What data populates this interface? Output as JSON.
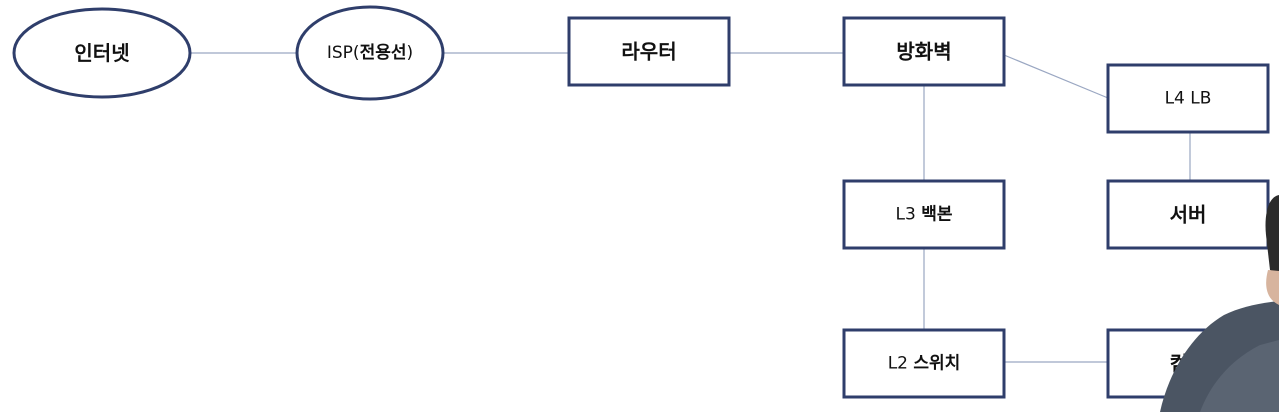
{
  "diagram": {
    "nodes": [
      {
        "id": "internet",
        "shape": "ellipse",
        "parts": [
          {
            "text": "인터넷",
            "bold": true
          }
        ]
      },
      {
        "id": "isp",
        "shape": "ellipse",
        "parts": [
          {
            "text": "ISP(",
            "bold": false
          },
          {
            "text": "전용선",
            "bold": true
          },
          {
            "text": ")",
            "bold": false
          }
        ]
      },
      {
        "id": "router",
        "shape": "rect",
        "parts": [
          {
            "text": "라우터",
            "bold": true
          }
        ]
      },
      {
        "id": "firewall",
        "shape": "rect",
        "parts": [
          {
            "text": "방화벽",
            "bold": true
          }
        ]
      },
      {
        "id": "l4lb",
        "shape": "rect",
        "parts": [
          {
            "text": "L4 LB",
            "bold": false
          }
        ]
      },
      {
        "id": "l3",
        "shape": "rect",
        "parts": [
          {
            "text": "L3 ",
            "bold": false
          },
          {
            "text": "백본",
            "bold": true
          }
        ]
      },
      {
        "id": "server",
        "shape": "rect",
        "parts": [
          {
            "text": "서버",
            "bold": true
          }
        ]
      },
      {
        "id": "l2",
        "shape": "rect",
        "parts": [
          {
            "text": "L2 ",
            "bold": false
          },
          {
            "text": "스위치",
            "bold": true
          }
        ]
      },
      {
        "id": "computer",
        "shape": "rect",
        "parts": [
          {
            "text": "컴퓨",
            "bold": true
          }
        ]
      }
    ],
    "edges": [
      [
        "internet",
        "isp"
      ],
      [
        "isp",
        "router"
      ],
      [
        "router",
        "firewall"
      ],
      [
        "firewall",
        "l4lb"
      ],
      [
        "firewall",
        "l3"
      ],
      [
        "l4lb",
        "server"
      ],
      [
        "l3",
        "l2"
      ],
      [
        "l2",
        "computer"
      ]
    ],
    "colors": {
      "border": "#2f3e6b",
      "edge": "#9aa7c2",
      "background": "#ffffff"
    }
  }
}
